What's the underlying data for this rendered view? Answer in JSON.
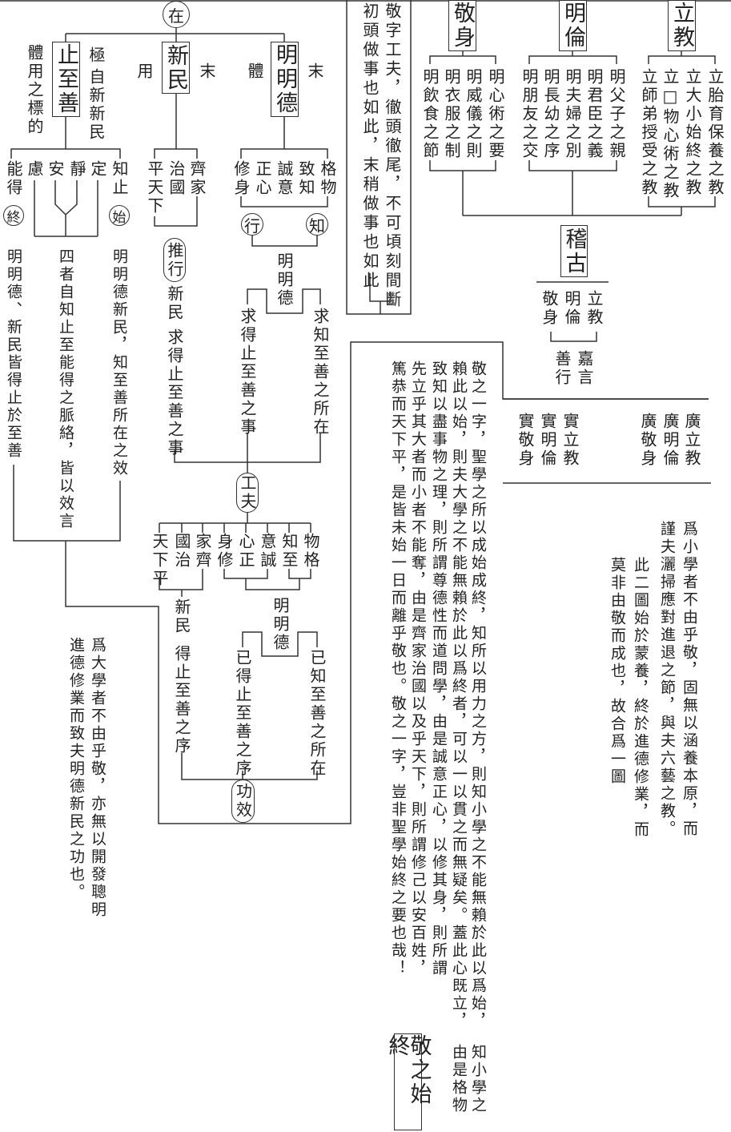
{
  "left": {
    "root": "在",
    "heads": {
      "zhi_zhi_shan": "止至善",
      "xin_min": "新民",
      "ming_ming_de": "明明德"
    },
    "side": {
      "ti_yong_biao": "體用之標的",
      "ji": "極",
      "zi_xin": "自新新民",
      "yong": "用",
      "mo1": "末",
      "ti": "體",
      "mo2": "末"
    },
    "zhi_branches": [
      "能得",
      "慮",
      "安",
      "靜",
      "定",
      "知止"
    ],
    "zhong": "終",
    "shi": "始",
    "xin_branches": [
      "平天下",
      "治國",
      "齊家"
    ],
    "ming_branches": [
      "修身",
      "正心",
      "誠意",
      "致知",
      "格物"
    ],
    "xing": "行",
    "zhi": "知",
    "ming_ming_de_1": "明明德",
    "qiu_de": "求得止至善之事",
    "qiu_zhi": "求知至善之所在",
    "tui_xing": "推行",
    "xin_min_1": "新民",
    "qiu_de_2": "求得止至善之事",
    "notes": [
      "明明德、新民皆得止於至善",
      "四者自知止至能得之脈絡，皆以效言",
      "明明德新民，知至善所在之效"
    ],
    "gongfu": "工夫",
    "gongfu_branches": [
      "天下平",
      "國治",
      "家齊",
      "身修",
      "心正",
      "意誠",
      "知至",
      "物格"
    ],
    "xin_min_2": "新民",
    "de_xu": "得止至善之序",
    "ming_ming_de_2": "明明德",
    "yi_de": "已得止至善之序",
    "yi_zhi": "已知至善之所在",
    "gongxiao": "功效",
    "daxue_note": [
      "爲大學者不由乎敬，亦無以開發聰明",
      "進德修業而致夫明德新民之功也。"
    ]
  },
  "right": {
    "jing_note": [
      "敬字工夫，徹頭徹尾，不可頃刻間斷",
      "初頭做事也如此，末稍做事也如此"
    ],
    "heads": [
      "敬身",
      "明倫",
      "立教"
    ],
    "jing_shen_items": [
      "明心術之要",
      "明威儀之則",
      "明衣服之制",
      "明飲食之節"
    ],
    "ming_lun_items": [
      "明父子之親",
      "明君臣之義",
      "明夫婦之別",
      "明長幼之序",
      "明朋友之交"
    ],
    "li_jiao_items": [
      "立胎育保養之教",
      "立大小始終之教",
      "立□物心術之教",
      "立師弟授受之教"
    ],
    "jigu": "稽古",
    "jigu_items": [
      "立教",
      "明倫",
      "敬身"
    ],
    "jia_yan": "嘉言",
    "shan_xing": "善行",
    "shi_items": [
      "實立教",
      "實明倫",
      "實敬身"
    ],
    "guang_items": [
      "廣立教",
      "廣明倫",
      "廣敬身"
    ],
    "xiaoxue_note": [
      "爲小學者不由乎敬，固無以涵養本原，而",
      "謹夫灑掃應對進退之節，與夫六藝之教。"
    ],
    "summary": [
      "此二圖始於蒙養，終於進德修業，而",
      "莫非由敬而成也，故合爲一圖"
    ]
  },
  "main": {
    "title": "敬之始終",
    "columns": [
      "敬之一字，聖學之所以成始成終，知所以用力之方，則知小學之不能無賴於此以爲始，",
      "知小學之",
      "賴此以始，則夫大學之不能無賴於此以爲終者，可以一以貫之而無疑矣。蓋此心既立，",
      "由是格物",
      "致知以盡事物之理，則所謂尊德性而道問學，由是誠意正心，以修其身，則所謂",
      "先立乎其大者而小者不能奪，由是齊家治國以及乎天下，則所謂修己以安百姓，",
      "篤恭而天下平，是皆未始一日而離乎敬也。敬之一字，豈非聖學始終之要也哉！"
    ]
  }
}
